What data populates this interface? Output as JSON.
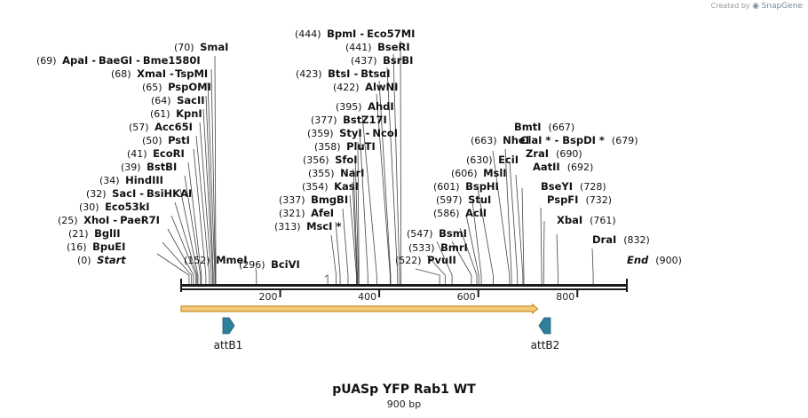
{
  "credit": {
    "prefix": "Created by",
    "brand": "SnapGene"
  },
  "plasmid": {
    "name": "pUASp YFP Rab1 WT",
    "length_label": "900 bp",
    "length": 900
  },
  "colors": {
    "backbone": "#1a1a1a",
    "arrow_fill": "#f5c97a",
    "arrow_stroke": "#c8902a",
    "feature_fill": "#2e7f9a",
    "label": "#111111",
    "line": "#444444"
  },
  "ticks": [
    {
      "pos": 200,
      "label": "200"
    },
    {
      "pos": 400,
      "label": "400"
    },
    {
      "pos": 600,
      "label": "600"
    },
    {
      "pos": 800,
      "label": "800"
    }
  ],
  "arrow": {
    "start": 0,
    "end": 720
  },
  "features": [
    {
      "name": "attB1",
      "pos": 95,
      "direction": "right"
    },
    {
      "name": "attB2",
      "pos": 735,
      "direction": "left"
    }
  ],
  "sites": [
    {
      "pos": "(0)",
      "names": [
        "Start"
      ],
      "loc": 0,
      "style": "italic",
      "side": "left"
    },
    {
      "pos": "(16)",
      "names": [
        "BpuEI"
      ],
      "loc": 16,
      "side": "left"
    },
    {
      "pos": "(21)",
      "names": [
        "BglII"
      ],
      "loc": 21,
      "side": "left"
    },
    {
      "pos": "(25)",
      "names": [
        "XhoI",
        "PaeR7I"
      ],
      "loc": 25,
      "side": "left"
    },
    {
      "pos": "(30)",
      "names": [
        "Eco53kI"
      ],
      "loc": 30,
      "side": "left"
    },
    {
      "pos": "(32)",
      "names": [
        "SacI",
        "BsiHKAI"
      ],
      "loc": 32,
      "side": "left"
    },
    {
      "pos": "(34)",
      "names": [
        "HindIII"
      ],
      "loc": 34,
      "side": "left"
    },
    {
      "pos": "(39)",
      "names": [
        "BstBI"
      ],
      "loc": 39,
      "side": "left"
    },
    {
      "pos": "(41)",
      "names": [
        "EcoRI"
      ],
      "loc": 41,
      "side": "left"
    },
    {
      "pos": "(50)",
      "names": [
        "PstI"
      ],
      "loc": 50,
      "side": "left"
    },
    {
      "pos": "(57)",
      "names": [
        "Acc65I"
      ],
      "loc": 57,
      "side": "left"
    },
    {
      "pos": "(61)",
      "names": [
        "KpnI"
      ],
      "loc": 61,
      "side": "left"
    },
    {
      "pos": "(64)",
      "names": [
        "SacII"
      ],
      "loc": 64,
      "side": "left"
    },
    {
      "pos": "(65)",
      "names": [
        "PspOMI"
      ],
      "loc": 65,
      "side": "left"
    },
    {
      "pos": "(68)",
      "names": [
        "XmaI",
        "TspMI"
      ],
      "loc": 68,
      "side": "left"
    },
    {
      "pos": "(69)",
      "names": [
        "ApaI",
        "BaeGI",
        "Bme1580I"
      ],
      "loc": 69,
      "side": "left"
    },
    {
      "pos": "(70)",
      "names": [
        "SmaI"
      ],
      "loc": 70,
      "side": "left"
    },
    {
      "pos": "(152)",
      "names": [
        "MmeI"
      ],
      "loc": 152,
      "side": "left"
    },
    {
      "pos": "(296)",
      "names": [
        "BciVI"
      ],
      "loc": 296,
      "side": "left"
    },
    {
      "pos": "(313)",
      "names": [
        "MscI *"
      ],
      "loc": 313,
      "side": "left"
    },
    {
      "pos": "(321)",
      "names": [
        "AfeI"
      ],
      "loc": 321,
      "side": "left"
    },
    {
      "pos": "(337)",
      "names": [
        "BmgBI"
      ],
      "loc": 337,
      "side": "left"
    },
    {
      "pos": "(354)",
      "names": [
        "KasI"
      ],
      "loc": 354,
      "side": "left"
    },
    {
      "pos": "(355)",
      "names": [
        "NarI"
      ],
      "loc": 355,
      "side": "left"
    },
    {
      "pos": "(356)",
      "names": [
        "SfoI"
      ],
      "loc": 356,
      "side": "left"
    },
    {
      "pos": "(358)",
      "names": [
        "PluTI"
      ],
      "loc": 358,
      "side": "left"
    },
    {
      "pos": "(359)",
      "names": [
        "StyI",
        "NcoI"
      ],
      "loc": 359,
      "side": "left"
    },
    {
      "pos": "(377)",
      "names": [
        "BstZ17I"
      ],
      "loc": 377,
      "side": "left"
    },
    {
      "pos": "(395)",
      "names": [
        "AhdI"
      ],
      "loc": 395,
      "side": "left"
    },
    {
      "pos": "(422)",
      "names": [
        "AlwNI"
      ],
      "loc": 422,
      "side": "left"
    },
    {
      "pos": "(423)",
      "names": [
        "BtsI",
        "BtsαI"
      ],
      "loc": 423,
      "side": "left"
    },
    {
      "pos": "(437)",
      "names": [
        "BsrBI"
      ],
      "loc": 437,
      "side": "left"
    },
    {
      "pos": "(441)",
      "names": [
        "BseRI"
      ],
      "loc": 441,
      "side": "left"
    },
    {
      "pos": "(444)",
      "names": [
        "BpmI",
        "Eco57MI"
      ],
      "loc": 444,
      "side": "left"
    },
    {
      "pos": "(522)",
      "names": [
        "PvuII"
      ],
      "loc": 522,
      "side": "left"
    },
    {
      "pos": "(533)",
      "names": [
        "BmrI"
      ],
      "loc": 533,
      "side": "left"
    },
    {
      "pos": "(547)",
      "names": [
        "BsmI"
      ],
      "loc": 547,
      "side": "left"
    },
    {
      "pos": "(586)",
      "names": [
        "AclI"
      ],
      "loc": 586,
      "side": "left"
    },
    {
      "pos": "(597)",
      "names": [
        "StuI"
      ],
      "loc": 597,
      "side": "left"
    },
    {
      "pos": "(601)",
      "names": [
        "BspHI"
      ],
      "loc": 601,
      "side": "left"
    },
    {
      "pos": "(606)",
      "names": [
        "MslI"
      ],
      "loc": 606,
      "side": "left"
    },
    {
      "pos": "(630)",
      "names": [
        "EciI"
      ],
      "loc": 630,
      "side": "left"
    },
    {
      "pos": "(663)",
      "names": [
        "NheI"
      ],
      "loc": 663,
      "side": "left"
    },
    {
      "pos": "(667)",
      "names": [
        "BmtI"
      ],
      "loc": 667,
      "side": "right"
    },
    {
      "pos": "(679)",
      "names": [
        "ClaI *",
        "BspDI *"
      ],
      "loc": 679,
      "side": "right"
    },
    {
      "pos": "(690)",
      "names": [
        "ZraI"
      ],
      "loc": 690,
      "side": "right"
    },
    {
      "pos": "(692)",
      "names": [
        "AatII"
      ],
      "loc": 692,
      "side": "right"
    },
    {
      "pos": "(728)",
      "names": [
        "BseYI"
      ],
      "loc": 728,
      "side": "right"
    },
    {
      "pos": "(732)",
      "names": [
        "PspFI"
      ],
      "loc": 732,
      "side": "right"
    },
    {
      "pos": "(761)",
      "names": [
        "XbaI"
      ],
      "loc": 761,
      "side": "right"
    },
    {
      "pos": "(832)",
      "names": [
        "DraI"
      ],
      "loc": 832,
      "side": "right"
    },
    {
      "pos": "(900)",
      "names": [
        "End"
      ],
      "loc": 900,
      "style": "italic",
      "side": "right"
    }
  ]
}
